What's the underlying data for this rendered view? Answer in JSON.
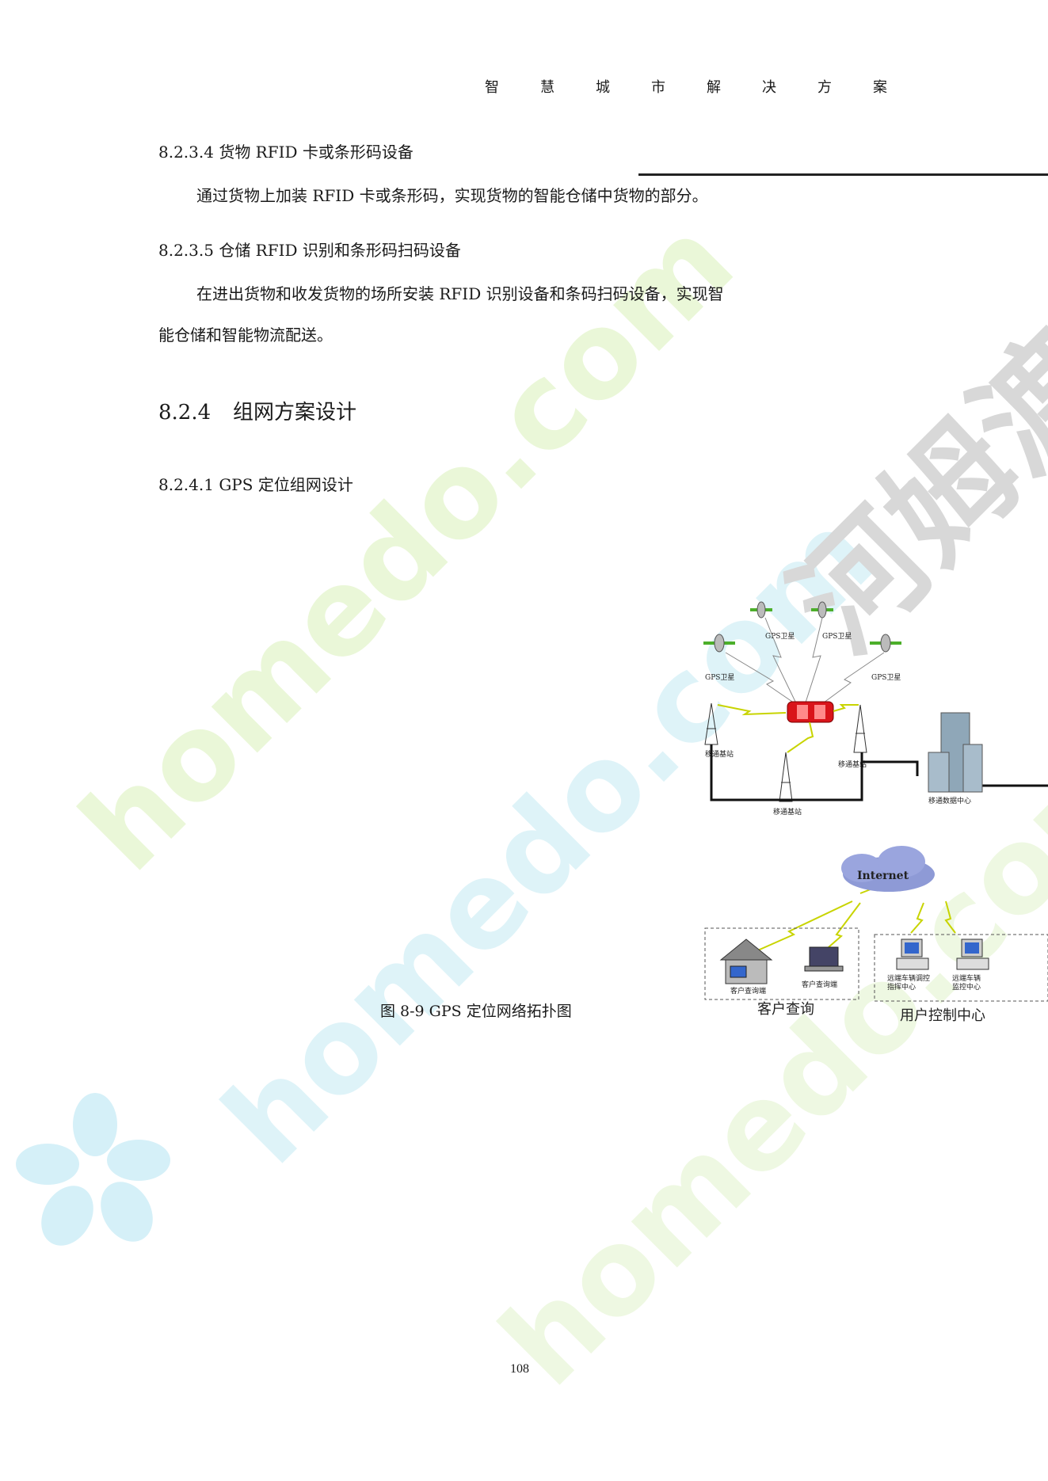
{
  "header": {
    "title_chars": [
      "智",
      "慧",
      "城",
      "市",
      "解",
      "决",
      "方",
      "案"
    ]
  },
  "sections": {
    "s8234": {
      "heading": "8.2.3.4  货物 RFID 卡或条形码设备",
      "body": "通过货物上加装 RFID 卡或条形码，实现货物的智能仓储中货物的部分。"
    },
    "s8235": {
      "heading": "8.2.3.5  仓储 RFID 识别和条形码扫码设备",
      "body_line1": "在进出货物和收发货物的场所安装 RFID 识别设备和条码扫码设备，实现智",
      "body_line2": "能仓储和智能物流配送。"
    },
    "s824": {
      "number": "8.2.4",
      "title": "组网方案设计"
    },
    "s8241": {
      "heading": "8.2.4.1 GPS 定位组网设计"
    }
  },
  "figure": {
    "caption": "图 8-9 GPS 定位网络拓扑图",
    "labels": {
      "satellite": "GPS卫星",
      "base_station": "移通基站",
      "data_center": "移通数据中心",
      "internet": "Internet",
      "client_query_end": "客户查询端",
      "client_query_end_2": "客户查询端",
      "dispatch_center": "远端车辆调控\n指挥中心",
      "monitor_center": "远端车辆\n监控中心",
      "client_query_group": "客户查询",
      "user_control_group": "用户控制中心"
    },
    "colors": {
      "vehicle": "#d9141a",
      "satellite_panel": "#4caf2a",
      "lightning": "#c8d400",
      "cloud": "#8e9ad6",
      "building": "#8fa7b8"
    }
  },
  "watermark": {
    "text_a": "homedo.com",
    "text_b": "homedo.com",
    "text_c": "河姆渡",
    "color_green": "#e8f6d4",
    "color_blue": "#d8f1f7",
    "color_gray": "#d4d4d4"
  },
  "page": {
    "number": "108"
  }
}
